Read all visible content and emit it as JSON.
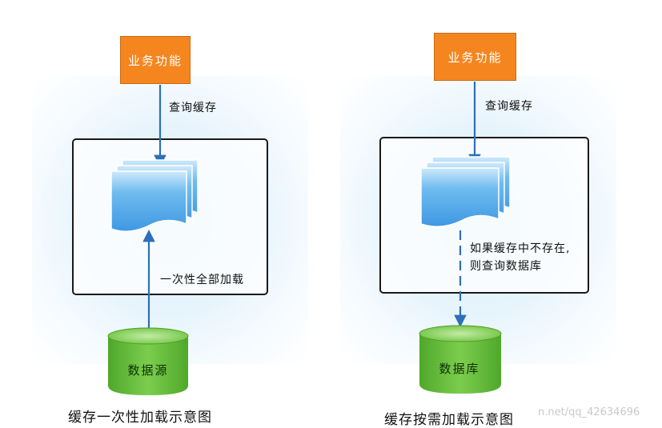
{
  "left_diagram": {
    "function_label": "业务功能",
    "query_label": "查询缓存",
    "load_label": "一次性全部加载",
    "db_label": "数据源",
    "caption": "缓存一次性加载示意图"
  },
  "right_diagram": {
    "function_label": "业务功能",
    "query_label": "查询缓存",
    "miss_label_line1": "如果缓存中不存在,",
    "miss_label_line2": "则查询数据库",
    "db_label": "数据库",
    "caption": "缓存按需加载示意图"
  },
  "watermark": "n.net/qq_42634696",
  "colors": {
    "function_box": "#f5861f",
    "arrow": "#2d6fb8",
    "document": "#4aa8ec",
    "database": "#5cb833",
    "glow": "#dcedf9"
  },
  "icons": {
    "documents": "document-stack-icon",
    "database": "database-cylinder-icon"
  }
}
